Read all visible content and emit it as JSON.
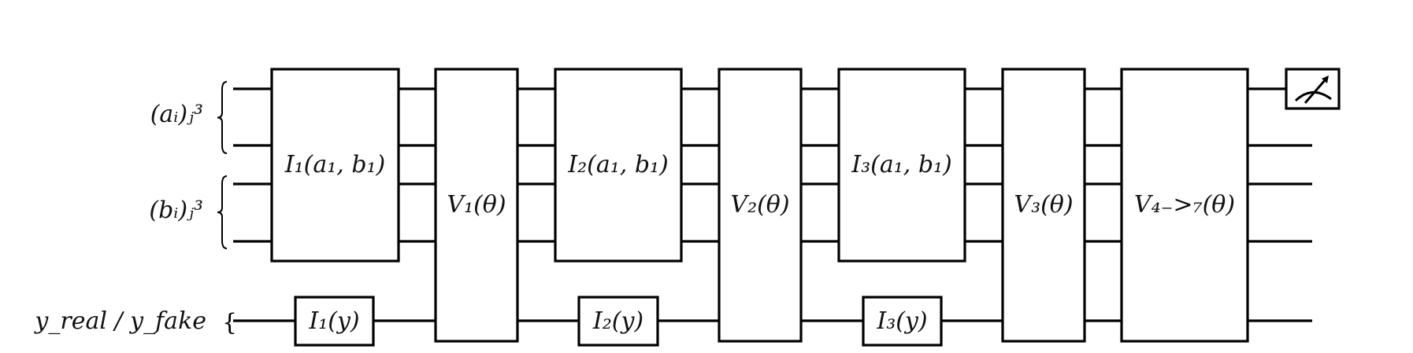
{
  "input_labels": {
    "a": "(aᵢ)ⱼ³",
    "b": "(bᵢ)ⱼ³",
    "y": "y_real / y_fake"
  },
  "gates": [
    {
      "id": "I1-ab",
      "label": "I₁(a₁, b₁)"
    },
    {
      "id": "V1",
      "label": "V₁(θ)"
    },
    {
      "id": "I2-ab",
      "label": "I₂(a₁, b₁)"
    },
    {
      "id": "V2",
      "label": "V₂(θ)"
    },
    {
      "id": "I3-ab",
      "label": "I₃(a₁, b₁)"
    },
    {
      "id": "V3",
      "label": "V₃(θ)"
    },
    {
      "id": "V4-7",
      "label": "V₄₋>₇(θ)"
    },
    {
      "id": "I1-y",
      "label": "I₁(y)"
    },
    {
      "id": "I2-y",
      "label": "I₂(y)"
    },
    {
      "id": "I3-y",
      "label": "I₃(y)"
    }
  ],
  "measurement": {
    "icon": "meter-icon"
  }
}
